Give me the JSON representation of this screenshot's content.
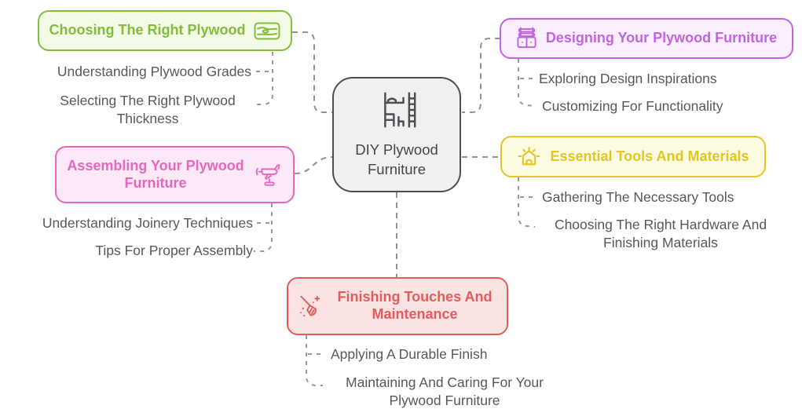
{
  "connector_color": "#8F9193",
  "subtext_color": "#55585C",
  "center": {
    "label": "DIY Plywood Furniture",
    "icon": "bunk-bed-icon",
    "border_color": "#4B4F54",
    "fill_color": "#F0F0F1"
  },
  "branches": [
    {
      "id": "choosing-plywood",
      "label": "Choosing The Right Plywood",
      "icon": "plywood-sheet-icon",
      "accent": "#84BC3F",
      "fill": "#F3FAE5",
      "children": [
        "Understanding Plywood Grades",
        "Selecting The Right Plywood Thickness"
      ]
    },
    {
      "id": "designing-furniture",
      "label": "Designing Your Plywood Furniture",
      "icon": "shelf-cabinet-icon",
      "accent": "#C364DF",
      "fill": "#FAEFFC",
      "children": [
        "Exploring Design Inspirations",
        "Customizing For Functionality"
      ]
    },
    {
      "id": "assembling-furniture",
      "label": "Assembling Your Plywood Furniture",
      "icon": "toy-airplane-icon",
      "accent": "#E468BD",
      "fill": "#FCE8F6",
      "children": [
        "Understanding Joinery Techniques",
        "Tips For Proper Assembly"
      ]
    },
    {
      "id": "tools-materials",
      "label": "Essential Tools And Materials",
      "icon": "house-icon",
      "accent": "#E2C626",
      "fill": "#FDFBE2",
      "children": [
        "Gathering The Necessary Tools",
        "Choosing The Right Hardware And Finishing Materials"
      ]
    },
    {
      "id": "finishing-maintenance",
      "label": "Finishing Touches And Maintenance",
      "icon": "broom-icon",
      "accent": "#E25C5C",
      "fill": "#FAE3E2",
      "children": [
        "Applying A Durable Finish",
        "Maintaining And Caring For Your Plywood Furniture"
      ]
    }
  ]
}
